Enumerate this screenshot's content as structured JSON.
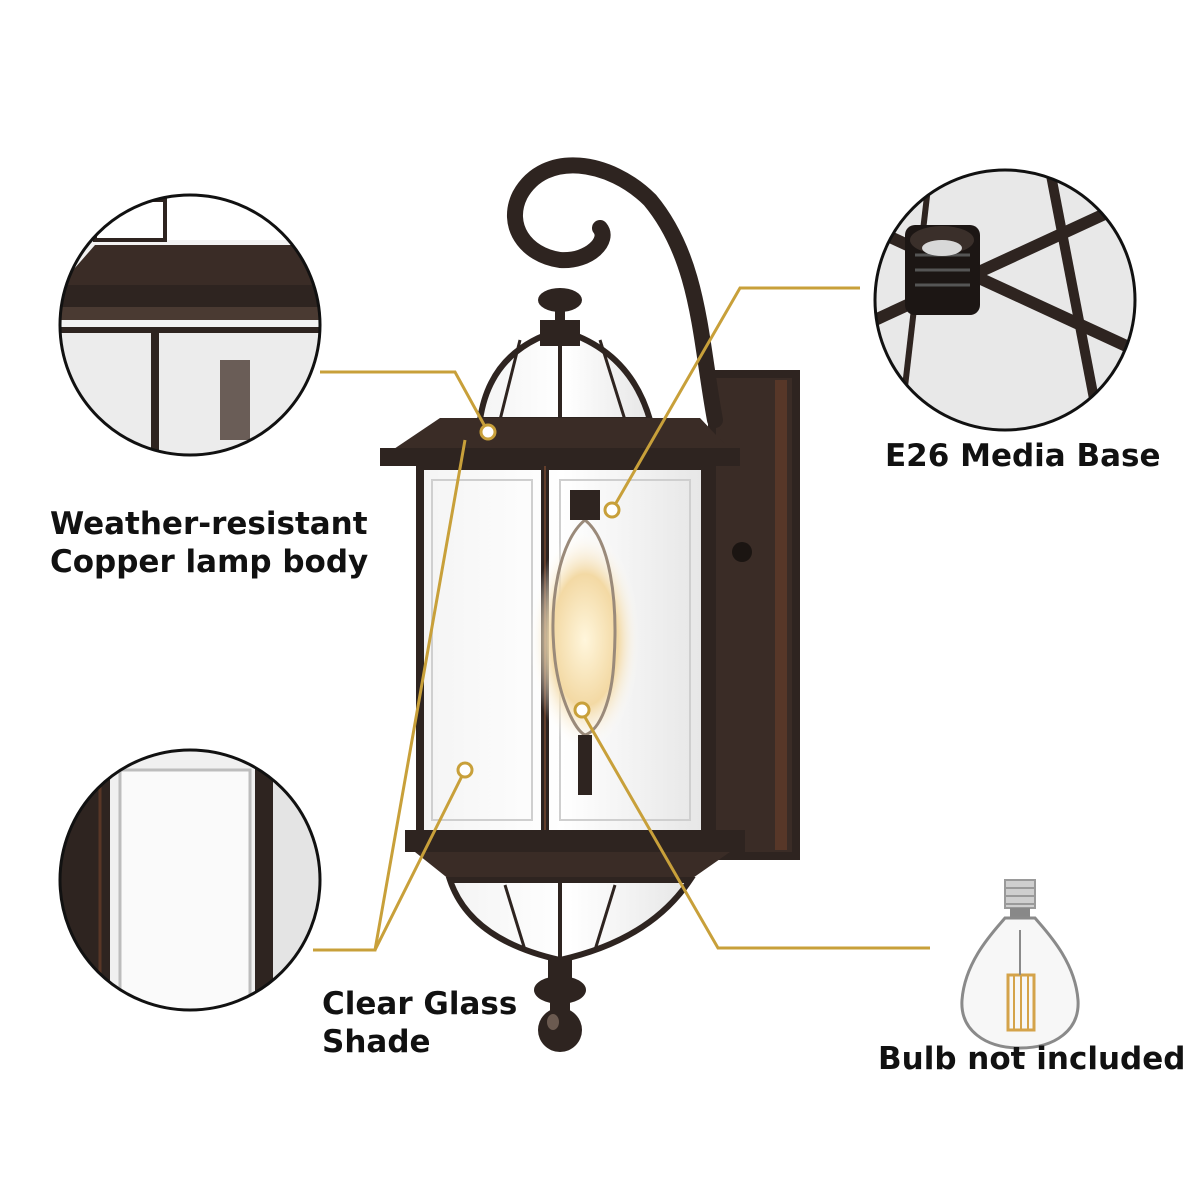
{
  "colors": {
    "background": "#ffffff",
    "accent_gold": "#c8a03a",
    "lamp_bronze": "#2e2420",
    "text": "#111111"
  },
  "callouts": {
    "body": {
      "line1": "Weather-resistant",
      "line2": "Copper lamp body",
      "icon": "lamp-body-detail"
    },
    "base": {
      "line1": "E26 Media Base",
      "icon": "socket-detail"
    },
    "glass": {
      "line1": "Clear Glass",
      "line2": "Shade",
      "icon": "glass-detail"
    },
    "bulb": {
      "line1": "Bulb not included",
      "icon": "edison-bulb"
    }
  }
}
